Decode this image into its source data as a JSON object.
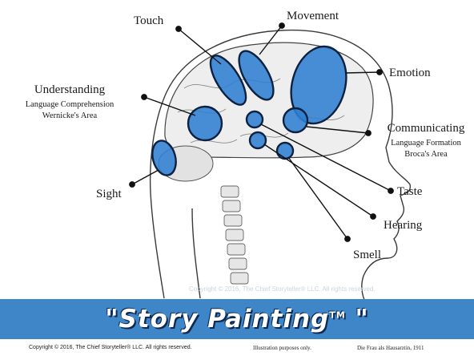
{
  "diagram": {
    "labels": {
      "touch": "Touch",
      "movement": "Movement",
      "emotion": "Emotion",
      "understanding": "Understanding",
      "understanding_sub1": "Language Comprehension",
      "understanding_sub2": "Wernicke's Area",
      "communicating": "Communicating",
      "communicating_sub1": "Language Formation",
      "communicating_sub2": "Broca's Area",
      "sight": "Sight",
      "taste": "Taste",
      "hearing": "Hearing",
      "smell": "Smell"
    },
    "region_color": "#2f7fd1",
    "watermark": "Copyright © 2016, The Chief Storyteller® LLC. All rights reserved."
  },
  "banner": {
    "title": "\"Story Painting",
    "trademark": "TM",
    "title_end": " \"",
    "color": "#3f86c8"
  },
  "footer": {
    "copyright": "Copyright © 2016, The Chief Storyteller® LLC. All rights reserved.",
    "note": "Illustration purposes only.",
    "source": "Die Frau als Hausarztin, 1911"
  }
}
